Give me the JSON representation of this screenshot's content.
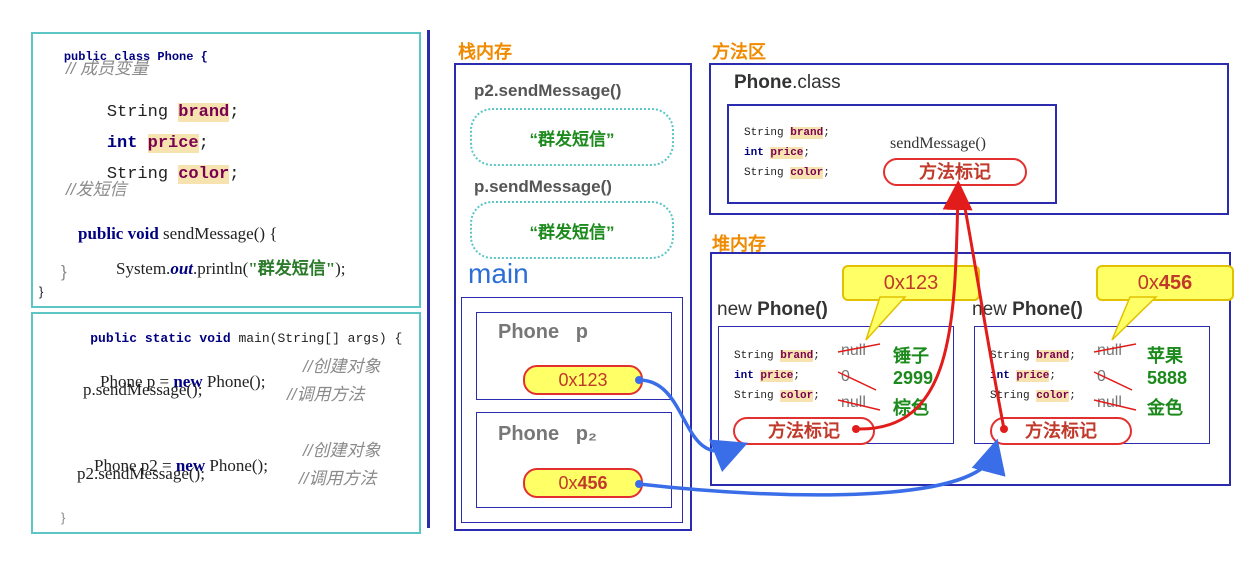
{
  "class_code": {
    "line1": "public class Phone {",
    "comment_fields": "// 成员变量",
    "field1_type": "String ",
    "field1_name": "brand",
    "field2_type": "int ",
    "field2_name": "price",
    "field3_type": "String ",
    "field3_name": "color",
    "semicolon": ";",
    "comment_method": "//发短信",
    "method_sig_kw": "public void",
    "method_sig_rest": " sendMessage() {",
    "println_pre": "System.",
    "println_out": "out",
    "println_mid": ".println(",
    "println_str": "\"群发短信\"",
    "println_end": ");",
    "close_inner": "}",
    "close_outer": "}"
  },
  "main_code": {
    "sig_kw": "public static void",
    "sig_rest": " main(String[] args) {",
    "l1_pre": "Phone p = ",
    "l1_kw": "new",
    "l1_rest": " Phone();",
    "l1_comment": "//创建对象",
    "l2": "p.sendMessage();",
    "l2_comment": "//调用方法",
    "l3_pre": "Phone p2 = ",
    "l3_kw": "new",
    "l3_rest": " Phone();",
    "l3_comment": "//创建对象",
    "l4": "p2.sendMessage();",
    "l4_comment": "//调用方法",
    "close": "}"
  },
  "stack": {
    "title": "栈内存",
    "frame1_label": "p2.sendMessage()",
    "frame1_text": "“群发短信”",
    "frame2_label": "p.sendMessage()",
    "frame2_text": "“群发短信”",
    "main_label": "main",
    "var1_label": "Phone   p",
    "var1_addr": "0x123",
    "var2_label": "Phone   p₂",
    "var2_addr_pre": "0x",
    "var2_addr_bold": "456"
  },
  "method_area": {
    "title": "方法区",
    "class_name_bold": "Phone",
    "class_name_rest": ".class",
    "f1_type": "String ",
    "f1_name": "brand",
    "f2_type": "int ",
    "f2_name": "price",
    "f3_type": "String ",
    "f3_name": "color",
    "sep": ";",
    "method_name": "sendMessage()",
    "method_mark": "方法标记"
  },
  "heap": {
    "title": "堆内存",
    "obj1": {
      "callout": "0x123",
      "label_pre": "new ",
      "label_bold": "Phone()",
      "brand_old": "null",
      "brand_new": "锤子",
      "price_old": "0",
      "price_new": "2999",
      "color_old": "null",
      "color_new": "棕色",
      "mark": "方法标记"
    },
    "obj2": {
      "callout_pre": "0x",
      "callout_bold": "456",
      "label_pre": "new ",
      "label_bold": "Phone()",
      "brand_old": "null",
      "brand_new": "苹果",
      "price_old": "0",
      "price_new": "5888",
      "color_old": "null",
      "color_new": "金色",
      "mark": "方法标记"
    }
  },
  "colors": {
    "accent_orange": "#f08a00",
    "box_blue": "#2b2bb0",
    "arrow_blue": "#3a6ee8",
    "arrow_red": "#e21b1b",
    "value_green": "#1d8a1d",
    "code_teal": "#5cc6c6"
  }
}
